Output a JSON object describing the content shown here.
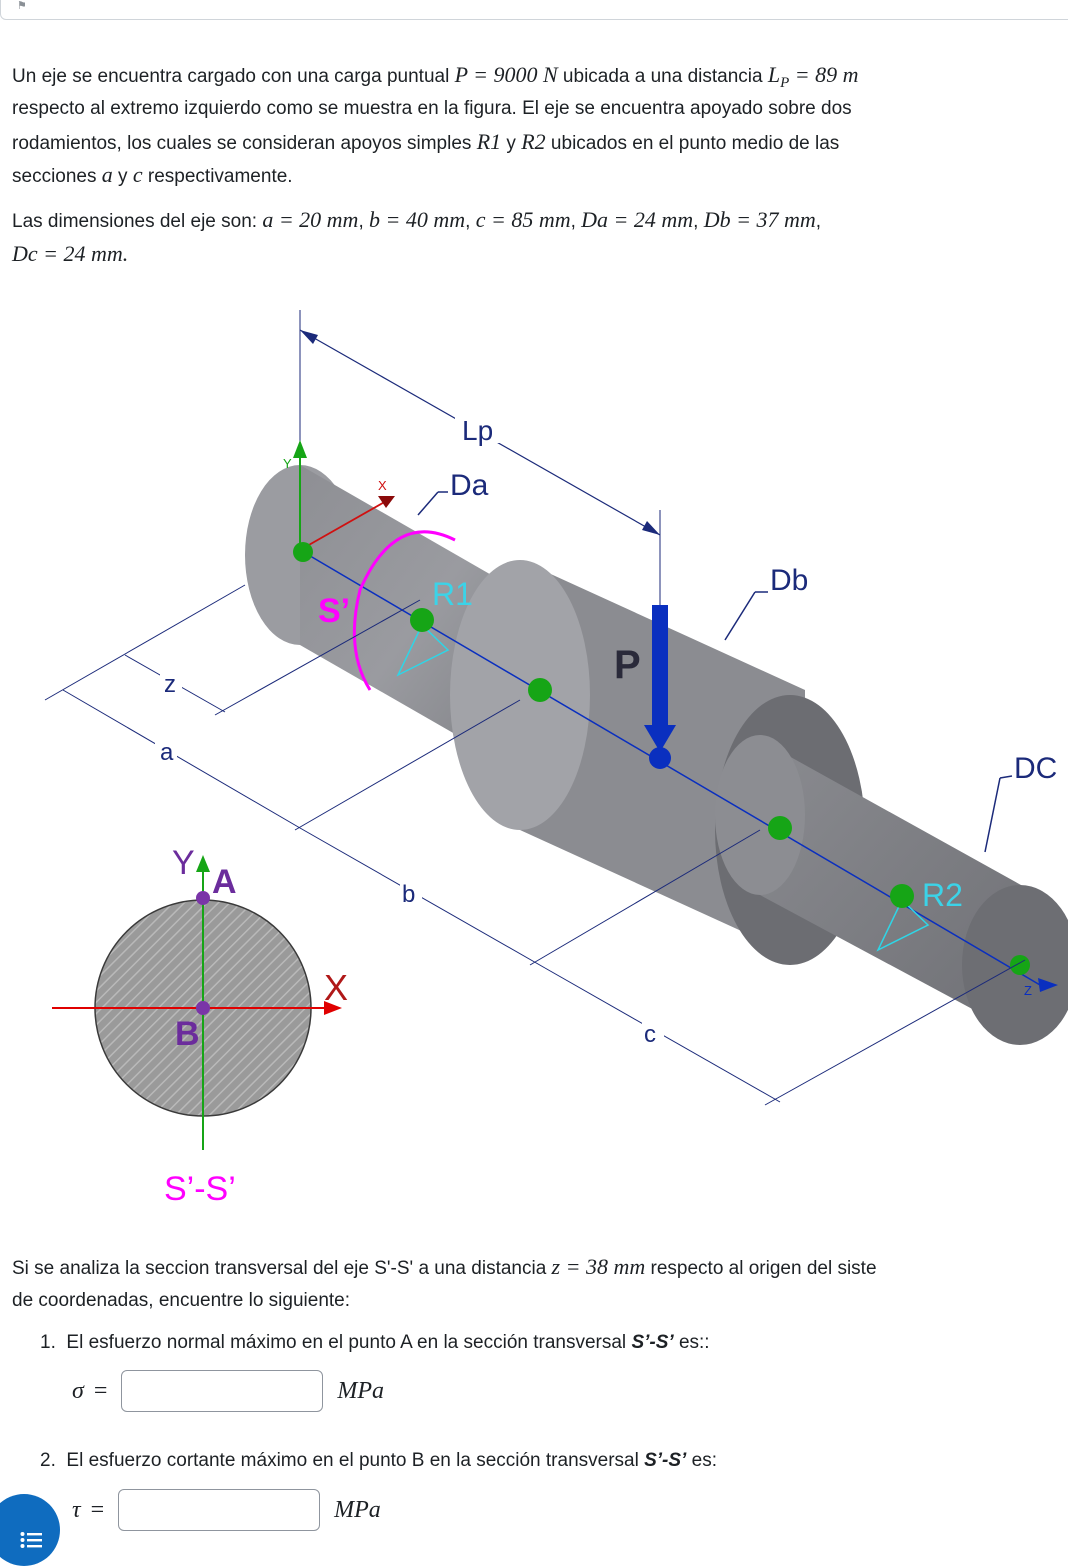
{
  "header": {
    "flag_label": "Marcar pregunta"
  },
  "intro": {
    "l1_a": "Un eje se encuentra cargado con una carga puntual ",
    "l1_P": "P = 9000 N",
    "l1_b": " ubicada a una distancia ",
    "l1_L": "L",
    "l1_Lsub": "P",
    "l1_Lval": " = 89 m",
    "l2": "respecto al extremo izquierdo como se muestra en la figura. El eje se encuentra apoyado sobre dos",
    "l3_a": "rodamientos, los cuales se consideran apoyos simples ",
    "l3_R1": "R1",
    "l3_y": " y ",
    "l3_R2": "R2",
    "l3_b": " ubicados en el punto medio de las",
    "l4_a": "secciones ",
    "l4_a_sym": "a",
    "l4_y": " y ",
    "l4_c_sym": "c",
    "l4_b": " respectivamente.",
    "dims_label": "Las dimensiones del eje son: ",
    "dim_a": "a = 20 mm",
    "dim_b": "b = 40 mm",
    "dim_c": "c = 85 mm",
    "dim_Da": "Da = 24 mm",
    "dim_Db": "Db = 37 mm",
    "dim_Dc": "Dc = 24 mm."
  },
  "figure": {
    "label_Lp": "Lp",
    "label_Da": "Da",
    "label_Db": "Db",
    "label_Dc": "DC",
    "label_R1": "R1",
    "label_R2": "R2",
    "label_P": "P",
    "label_S": "S’",
    "label_z": "z",
    "label_a": "a",
    "label_b": "b",
    "label_c": "c",
    "label_Xax": "X",
    "label_Yax": "Y",
    "label_Zax": "Z",
    "sec_Y": "Y",
    "sec_X": "X",
    "sec_A": "A",
    "sec_B": "B",
    "sec_title": "S’-S’"
  },
  "analysis": {
    "line1_a": "Si se analiza la seccion transversal del eje S'-S' a una distancia ",
    "line1_z": "z = 38 mm",
    "line1_b": " respecto al origen del siste",
    "line2": "de coordenadas, encuentre lo siguiente:"
  },
  "questions": [
    {
      "num": "1.",
      "text": "El esfuerzo normal máximo en el punto A en la sección transversal ",
      "bold": "S’-S’",
      "tail": " es::",
      "symbol": "σ",
      "eq": "=",
      "value": "",
      "unit": "MPa"
    },
    {
      "num": "2.",
      "text": "El esfuerzo cortante máximo en el punto B en la sección transversal ",
      "bold": "S’-S’",
      "tail": " es:",
      "symbol": "τ",
      "eq": "=",
      "value": "",
      "unit": "MPa"
    }
  ],
  "nav": {
    "icon": "list-icon"
  },
  "colors": {
    "magenta": "#ff00ff",
    "green": "#16a516",
    "blue": "#0a2fbf",
    "purple": "#7a35a8",
    "red": "#e00000",
    "cyan": "#2fd5e6"
  }
}
